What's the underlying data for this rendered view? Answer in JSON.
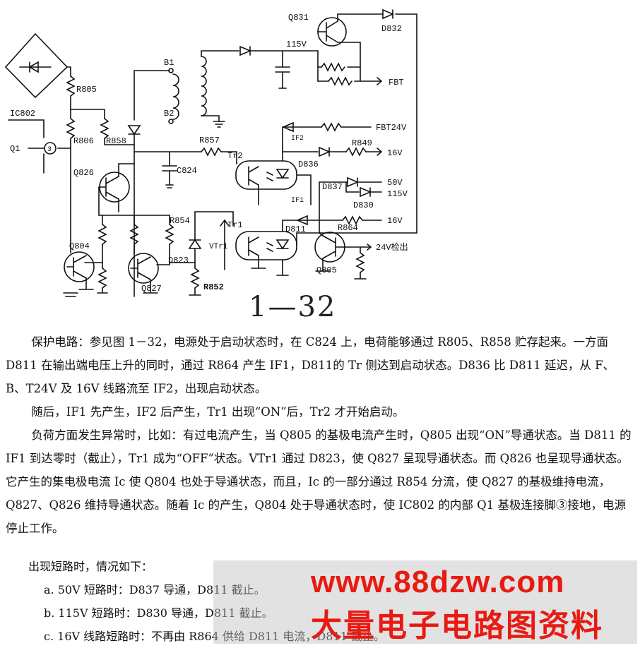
{
  "figure_number": "1—32",
  "labels": {
    "q831": "Q831",
    "d832": "D832",
    "v115": "115V",
    "fbt": "FBT",
    "r805": "R805",
    "b1": "B1",
    "b2": "B2",
    "ic802": "IC802",
    "q1": "Q1",
    "pin3": "3",
    "r806": "R806",
    "r858": "R858",
    "r857": "R857",
    "tr2": "Tr2",
    "c824": "C824",
    "q826": "Q826",
    "fbt24v": "FBT24V",
    "if2": "IF2",
    "r849": "R849",
    "v16a": "16V",
    "d836": "D836",
    "v50": "50V",
    "d837": "D837",
    "v115b": "115V",
    "d830": "D830",
    "if1": "IF1",
    "r854": "R854",
    "tr1": "Tr1",
    "d811": "D811",
    "r864": "R864",
    "v16b": "16V",
    "vtr1": "VTr1",
    "q804": "Q804",
    "q827": "Q827",
    "d823": "D823",
    "r852": "R852",
    "q805": "Q805",
    "det24v": "24V检出"
  },
  "paragraphs": [
    "保护电路：参见图 1－32，电源处于启动状态时，在 C824 上，电荷能够通过 R805、R858 贮存起来。一方面 D811 在输出端电压上升的同时，通过 R864 产生 IF1，D811的 Tr 侧达到启动状态。D836 比 D811 延迟，从 F、B、T24V 及 16V 线路流至 IF2，出现启动状态。",
    "随后，IF1 先产生，IF2 后产生，Tr1 出现“ON”后，Tr2 才开始启动。",
    "负荷方面发生异常时，比如：有过电流产生，当 Q805 的基极电流产生时，Q805 出现“ON”导通状态。当 D811 的 IF1 到达零时（截止），Tr1 成为“OFF”状态。VTr1 通过 D823，使 Q827 呈现导通状态。而 Q826 也呈现导通状态。它产生的集电极电流 Ic 使 Q804 也处于导通状态，而且，Ic 的一部分通过 R854 分流，使 Q827 的基极维持电流，Q827、Q826 维持导通状态。随着 Ic 的产生，Q804 处于导通状态时，使 IC802 的内部 Q1 基极连接脚③接地，电源停止工作。"
  ],
  "list_intro": "出现短路时，情况如下：",
  "list": [
    "a. 50V 短路时：D837 导通，D811 截止。",
    "b. 115V 短路时：D830 导通，D811 截止。",
    "c. 16V 线路短路时：不再由 R864 供给 D811 电流，D811 截止。"
  ],
  "watermark": {
    "url": "www.88dzw.com",
    "text": "大量电子电路图资料",
    "color": "#e81a12"
  }
}
